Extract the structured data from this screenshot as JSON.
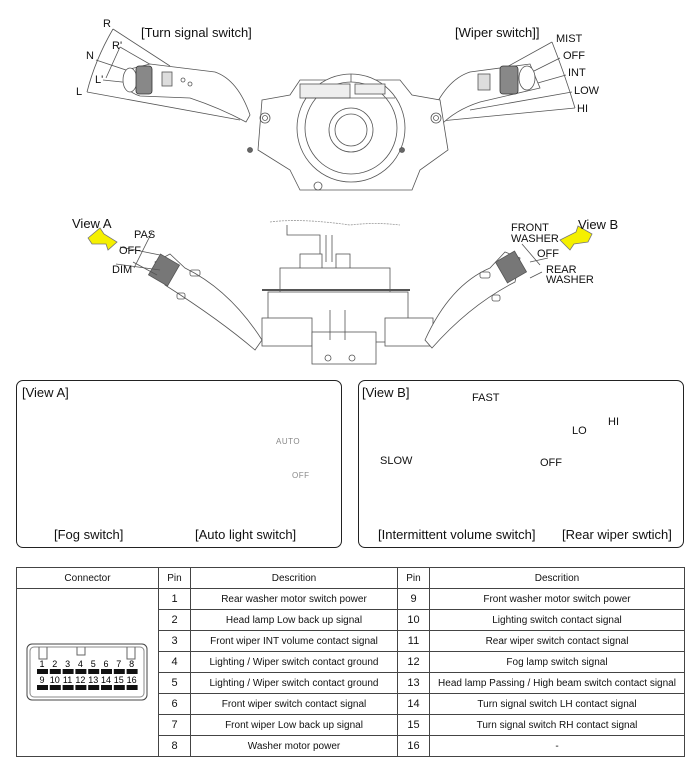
{
  "upper_diagram": {
    "turn_signal": {
      "title": "[Turn signal switch]",
      "positions": [
        "R",
        "R'",
        "N",
        "L'",
        "L"
      ]
    },
    "wiper": {
      "title": "[Wiper switch]]",
      "positions": [
        "MIST",
        "OFF",
        "INT",
        "LOW",
        "HI"
      ]
    }
  },
  "middle_diagram": {
    "view_a": {
      "label": "View A",
      "positions": [
        "PAS",
        "OFF",
        "DIM"
      ],
      "arrow_color": "#f5f000"
    },
    "view_b": {
      "label": "View B",
      "positions": [
        "FRONT WASHER",
        "OFF",
        "REAR WASHER"
      ],
      "front_line1": "FRONT",
      "front_line2": "WASHER",
      "rear_line1": "REAR",
      "rear_line2": "WASHER",
      "arrow_color": "#f5f000"
    }
  },
  "view_a_panel": {
    "title": "[View A]",
    "fog_switch_caption": "[Fog switch]",
    "auto_light_caption": "[Auto light switch]",
    "fog_icons": [
      "front-fog-lamp-off-icon",
      "rear-fog-lamp-icon"
    ],
    "auto_light_positions": [
      "headlamp-icon",
      "parking-lamp-icon",
      "AUTO",
      "OFF"
    ],
    "auto_label": "AUTO",
    "off_label": "OFF"
  },
  "view_b_panel": {
    "title": "[View B]",
    "intermittent_caption": "[Intermittent volume switch]",
    "rear_wiper_caption": "[Rear wiper swtich]",
    "intermittent_positions": [
      "SLOW",
      "FAST"
    ],
    "rear_wiper_positions": [
      "OFF",
      "LO",
      "HI"
    ]
  },
  "pin_table": {
    "headers": [
      "Connector",
      "Pin",
      "Descrition",
      "Pin",
      "Descrition"
    ],
    "connector_pins_top": [
      "1",
      "2",
      "3",
      "4",
      "5",
      "6",
      "7",
      "8"
    ],
    "connector_pins_bottom": [
      "9",
      "10",
      "11",
      "12",
      "13",
      "14",
      "15",
      "16"
    ],
    "rows": [
      {
        "pin_a": "1",
        "desc_a": "Rear washer motor switch power",
        "pin_b": "9",
        "desc_b": "Front washer motor switch power"
      },
      {
        "pin_a": "2",
        "desc_a": "Head lamp Low back up signal",
        "pin_b": "10",
        "desc_b": "Lighting switch contact signal"
      },
      {
        "pin_a": "3",
        "desc_a": "Front wiper INT volume contact signal",
        "pin_b": "11",
        "desc_b": "Rear wiper switch contact signal"
      },
      {
        "pin_a": "4",
        "desc_a": "Lighting / Wiper switch contact ground",
        "pin_b": "12",
        "desc_b": "Fog lamp switch signal"
      },
      {
        "pin_a": "5",
        "desc_a": "Lighting / Wiper switch contact ground",
        "pin_b": "13",
        "desc_b": "Head lamp Passing / High beam switch contact signal"
      },
      {
        "pin_a": "6",
        "desc_a": "Front wiper switch contact signal",
        "pin_b": "14",
        "desc_b": "Turn signal switch LH contact signal"
      },
      {
        "pin_a": "7",
        "desc_a": "Front wiper Low back up signal",
        "pin_b": "15",
        "desc_b": "Turn signal switch RH contact signal"
      },
      {
        "pin_a": "8",
        "desc_a": "Washer motor power",
        "pin_b": "16",
        "desc_b": "-"
      }
    ]
  }
}
